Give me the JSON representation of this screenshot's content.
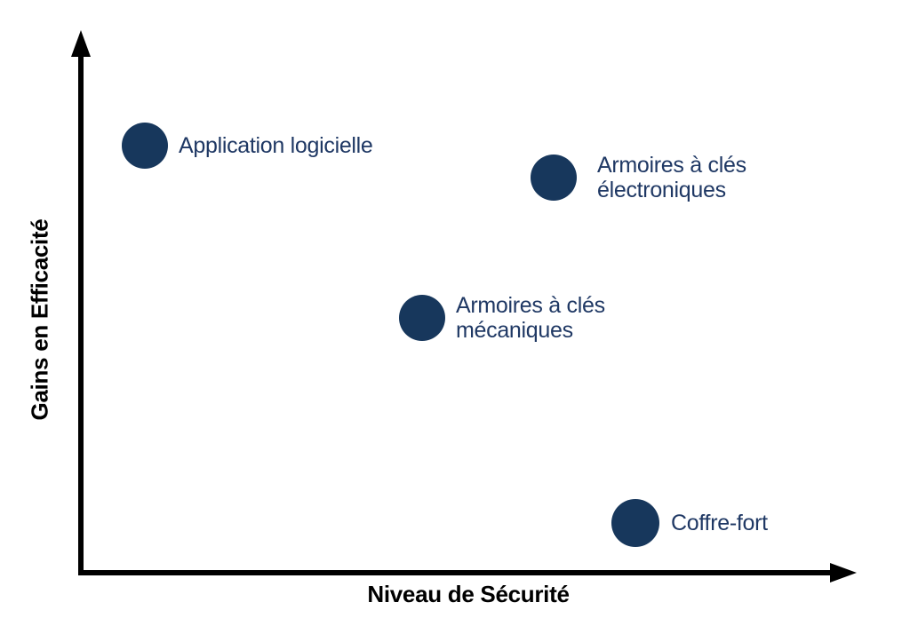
{
  "background_color": "#FFFFFF",
  "chart_data": {
    "type": "scatter",
    "title": "",
    "xlabel": "Niveau de Sécurité",
    "ylabel": "Gains en Efficacité",
    "axis_color": "#000000",
    "marker_color": "#17375C",
    "label_color": "#1F3864",
    "grid": "off",
    "x_range": [
      0,
      100
    ],
    "y_range": [
      0,
      100
    ],
    "axes_style": "qualitative axes without tick labels, arrowheads pointing up and right",
    "points": [
      {
        "label": "Application logicielle",
        "label_lines": [
          "Application logicielle"
        ],
        "x_security": 8,
        "y_efficiency": 80,
        "cx": 163,
        "cy": 164,
        "r": 26,
        "label_x": 201
      },
      {
        "label": "Armoires à clés électroniques",
        "label_lines": [
          "Armoires à clés",
          "électroniques"
        ],
        "x_security": 61,
        "y_efficiency": 74,
        "cx": 623,
        "cy": 200,
        "r": 26,
        "label_x": 672
      },
      {
        "label": "Armoires à clés mécaniques",
        "label_lines": [
          "Armoires à clés",
          "mécaniques"
        ],
        "x_security": 44,
        "y_efficiency": 48,
        "cx": 475,
        "cy": 358,
        "r": 26,
        "label_x": 513
      },
      {
        "label": "Coffre-fort",
        "label_lines": [
          "Coffre-fort"
        ],
        "x_security": 72,
        "y_efficiency": 9,
        "cx": 715,
        "cy": 589,
        "r": 27,
        "label_x": 755
      }
    ]
  }
}
